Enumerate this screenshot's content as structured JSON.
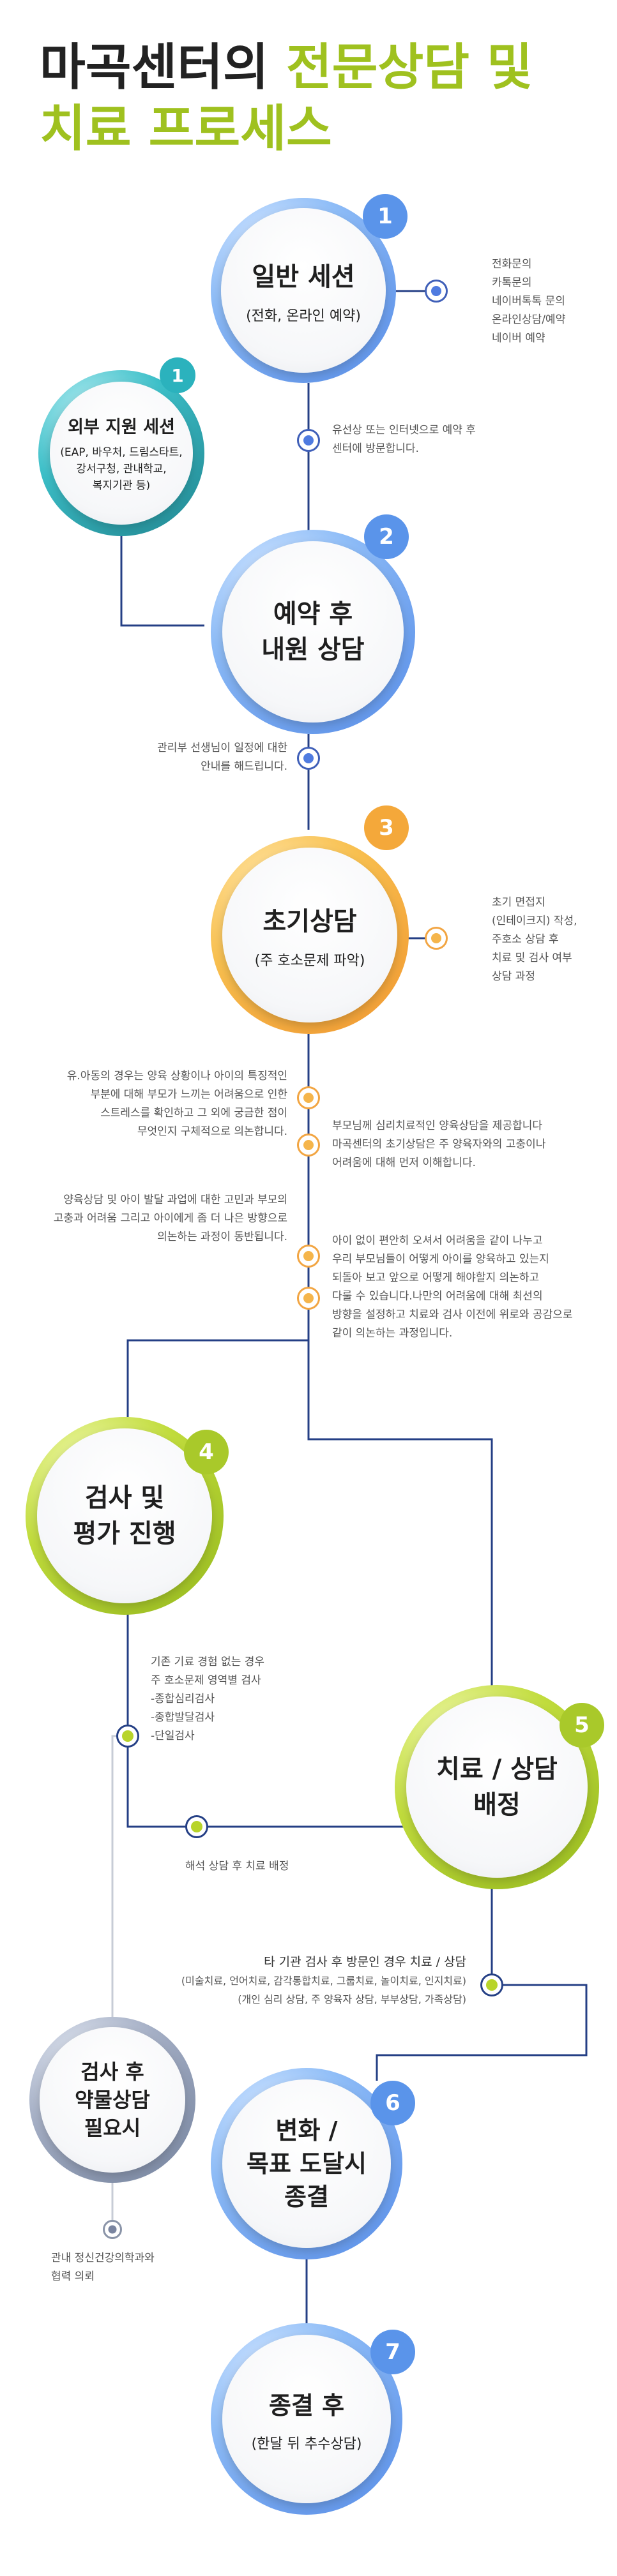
{
  "title": {
    "line1_dark": "마곡센터의 ",
    "line1_accent": "전문상담 및",
    "line2_accent": "치료 프로세스"
  },
  "colors": {
    "accent_green": "#9fc11f",
    "navy_line": "#243f85",
    "blue": "#5a94ea",
    "teal": "#2bb2bd",
    "orange": "#f4a83a",
    "green": "#a9c92a",
    "gray": "#8a94a8"
  },
  "steps": {
    "s1": {
      "num": "1",
      "title": "일반 세션",
      "sub": "(전화, 온라인 예약)"
    },
    "ext": {
      "num": "1",
      "title": "외부 지원 세션",
      "sub": [
        "(EAP, 바우처, 드림스타트,",
        "강서구청, 관내학교,",
        "복지기관 등)"
      ]
    },
    "s2": {
      "num": "2",
      "title": [
        "예약 후",
        "내원 상담"
      ]
    },
    "s3": {
      "num": "3",
      "title": "초기상담",
      "sub": "(주 호소문제 파악)"
    },
    "s4": {
      "num": "4",
      "title": [
        "검사 및",
        "평가 진행"
      ]
    },
    "s5": {
      "num": "5",
      "title": [
        "치료 / 상담",
        "배정"
      ]
    },
    "med": {
      "title": [
        "검사 후",
        "약물상담",
        "필요시"
      ]
    },
    "s6": {
      "num": "6",
      "title": [
        "변화 /",
        "목표 도달시",
        "종결"
      ]
    },
    "s7": {
      "num": "7",
      "title": "종결 후",
      "sub": "(한달 뒤 추수상담)"
    }
  },
  "notes": {
    "n1": [
      "전화문의",
      "카톡문의",
      "네이버톡톡 문의",
      "온라인상담/예약",
      "네이버 예약"
    ],
    "n2": [
      "유선상 또는 인터넷으로 예약 후",
      "센터에 방문합니다."
    ],
    "n3": [
      "관리부 선생님이 일정에 대한",
      "안내를 해드립니다."
    ],
    "n4": [
      "초기 면접지",
      "(인테이크지) 작성,",
      "주호소 상담 후",
      "치료 및 검사 여부",
      "상담 과정"
    ],
    "n5": [
      "유.아동의 경우는 양육 상황이나 아이의 특징적인",
      "부분에 대해 부모가 느끼는 어려움으로 인한",
      "스트레스를 확인하고 그 외에 궁금한 점이",
      "무엇인지 구체적으로 의논합니다."
    ],
    "n6": [
      "부모님께 심리치료적인 양육상담을 제공합니다",
      "마곡센터의 초기상담은 주 양육자와의 고충이나",
      "어려움에 대해 먼저 이해합니다."
    ],
    "n7": [
      "양육상담 및 아이 발달 과업에 대한 고민과 부모의",
      "고충과 어려움 그리고 아이에게 좀 더 나은 방향으로",
      "의논하는 과정이 동반됩니다."
    ],
    "n8": [
      "아이 없이 편안히 오셔서 어려움을 같이 나누고",
      "우리 부모님들이 어떻게 아이를 양육하고 있는지",
      "되돌아 보고 앞으로 어떻게 해야할지 의논하고",
      "다룰 수 있습니다.나만의 어려움에 대해 최선의",
      "방향을 설정하고 치료와 검사 이전에 위로와 공감으로",
      "같이 의논하는 과정입니다."
    ],
    "n9": [
      "기존 기료 경험 없는 경우",
      "주 호소문제 영역별 검사",
      "-종합심리검사",
      "-종합발달검사",
      "-단일검사"
    ],
    "n10": [
      "해석 상담 후 치료 배정"
    ],
    "n11": {
      "title": "타 기관 검사 후 방문인 경우 치료 / 상담",
      "lines": [
        "(미술치료, 언어치료, 감각통합치료, 그룹치료, 놀이치료, 인지치료)",
        "(개인 심리 상담, 주 양육자 상담, 부부상담, 가족상담)"
      ]
    },
    "n12": [
      "관내 정신건강의학과와",
      "협력 의뢰"
    ]
  }
}
